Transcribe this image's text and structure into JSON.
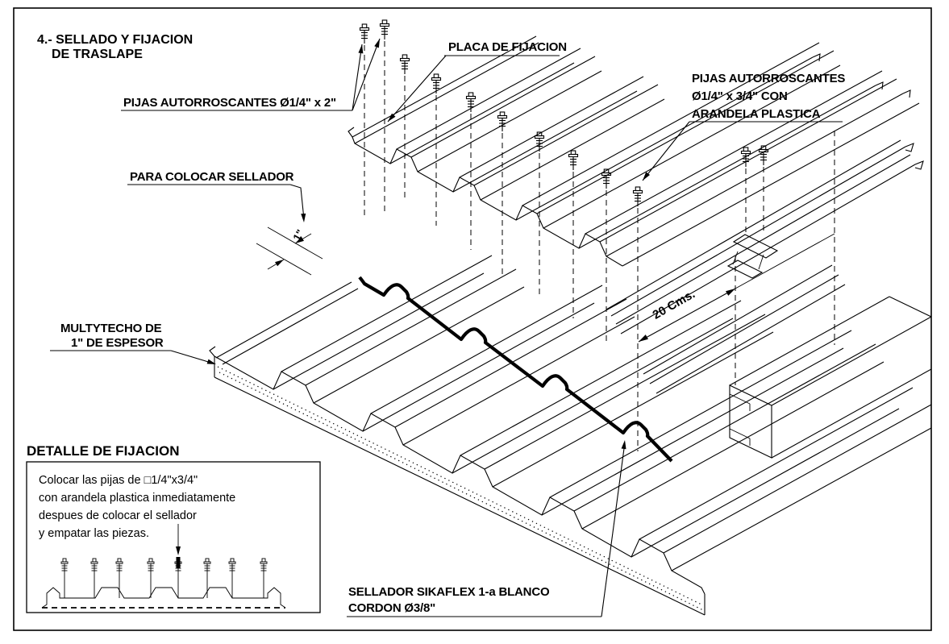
{
  "drawing": {
    "title_line1": "4.- SELLADO Y FIJACION",
    "title_line2": "DE TRASLAPE",
    "labels": {
      "pijas_top": "PIJAS AUTORROSCANTES Ø1/4\" x 2\"",
      "placa": "PLACA DE FIJACION",
      "pijas_right_line1": "PIJAS AUTORROSCANTES",
      "pijas_right_line2": "Ø1/4\" x 3/4\" CON",
      "pijas_right_line3": "ARANDELA PLASTICA",
      "para_colocar": "PARA COLOCAR SELLADOR",
      "multytecho_line1": "MULTYTECHO DE",
      "multytecho_line2": "1\" DE ESPESOR",
      "sikaflex_line1": "SELLADOR SIKAFLEX 1-a BLANCO",
      "sikaflex_line2": "CORDON Ø3/8\"",
      "dim_20cm": "20 Cms.",
      "dim_1in": "1\""
    },
    "detail_box": {
      "heading": "DETALLE DE FIJACION",
      "note_line1": "Colocar las pijas de □1/4\"x3/4\"",
      "note_line2": "con arandela plastica inmediatamente",
      "note_line3": "despues de colocar el sellador",
      "note_line4": "y empatar las piezas."
    },
    "colors": {
      "ink": "#000000",
      "paper": "#ffffff"
    }
  }
}
